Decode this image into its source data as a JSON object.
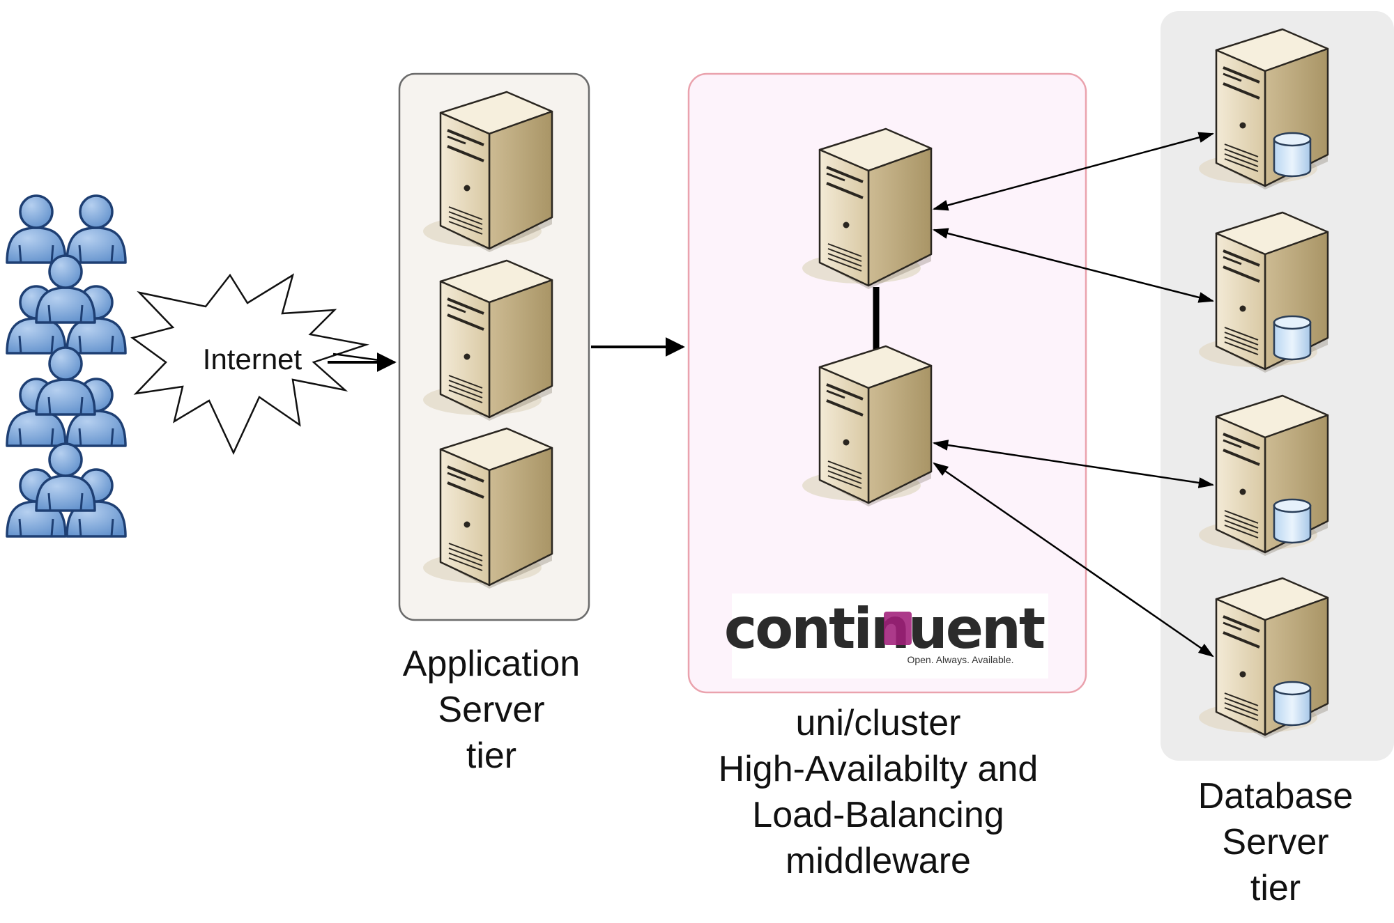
{
  "internet_label": "Internet",
  "logo": {
    "wordmark": "continuent",
    "tagline": "Open. Always. Available."
  },
  "tiers": {
    "application": {
      "lines": [
        "Application",
        "Server",
        "tier"
      ]
    },
    "middleware": {
      "lines": [
        "uni/cluster",
        "High-Availabilty and",
        "Load-Balancing",
        "middleware"
      ]
    },
    "database": {
      "lines": [
        "Database",
        "Server",
        "tier"
      ]
    }
  },
  "icons": {
    "user": "user-icon",
    "server": "server-icon",
    "database_server": "database-server-icon",
    "internet": "internet-burst-icon"
  },
  "colors": {
    "user_fill": "#7ea7d8",
    "user_stroke": "#1e3f73",
    "server_front": "#e6d9bd",
    "server_side": "#bfae86",
    "server_top": "#f4ecd8",
    "app_tier_bg": "#f6f3ef",
    "middleware_bg": "#fdf3fb",
    "middleware_border": "#eaa2ad",
    "db_tier_bg": "#ececec",
    "db_cylinder": "#cde2f5",
    "logo_accent": "#a01f7a"
  }
}
